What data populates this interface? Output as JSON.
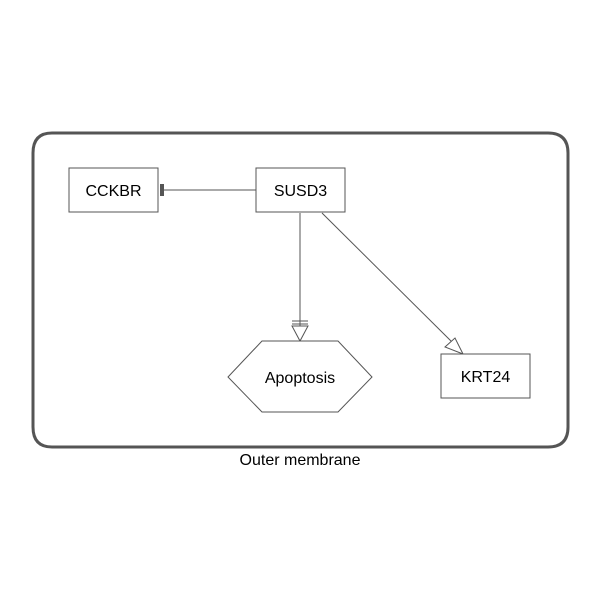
{
  "compartment": {
    "label": "Outer membrane",
    "stroke": "#555555"
  },
  "nodes": {
    "cckbr": {
      "label": "CCKBR",
      "shape": "rectangle"
    },
    "susd3": {
      "label": "SUSD3",
      "shape": "rectangle"
    },
    "apoptosis": {
      "label": "Apoptosis",
      "shape": "hexagon"
    },
    "krt24": {
      "label": "KRT24",
      "shape": "rectangle"
    }
  },
  "edges": [
    {
      "from": "SUSD3",
      "to": "CCKBR",
      "type": "inhibition"
    },
    {
      "from": "SUSD3",
      "to": "Apoptosis",
      "type": "inhibition-arrow"
    },
    {
      "from": "SUSD3",
      "to": "KRT24",
      "type": "activation"
    }
  ],
  "colors": {
    "node_stroke": "#555555",
    "edge_stroke": "#555555"
  }
}
